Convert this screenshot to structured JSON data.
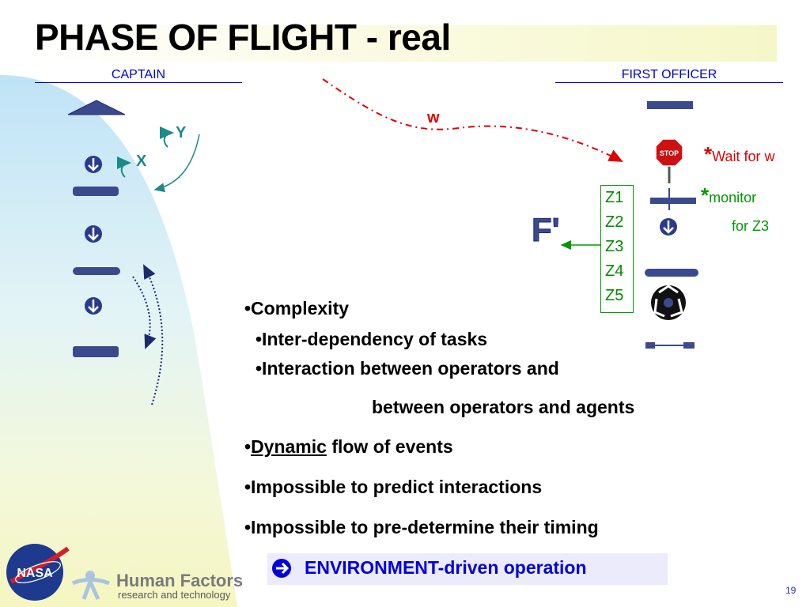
{
  "title": "PHASE OF FLIGHT - real",
  "captain_label": "CAPTAIN",
  "first_officer_label": "FIRST OFFICER",
  "captain_flow": {
    "step_y": "Y",
    "step_x": "X"
  },
  "w_label": "w",
  "notes": {
    "wait_star": "*",
    "wait_text": "Wait for w",
    "monitor_star": "*",
    "monitor_text": "monitor",
    "monitor_text2": "for Z3"
  },
  "f_prime_label": "F'",
  "z_items": [
    "Z1",
    "Z2",
    "Z3",
    "Z4",
    "Z5"
  ],
  "stop_sign_text": "STOP",
  "bullets": {
    "b1": "•Complexity",
    "b2": "•Inter-dependency of tasks",
    "b3": "•Interaction between operators and",
    "b3_cont": "between operators and agents",
    "b4_prefix": "•",
    "b4_emph": "Dynamic",
    "b4_rest": " flow of events",
    "b5": "•Impossible to predict interactions",
    "b6": "•Impossible to pre-determine their timing"
  },
  "environment_text": "ENVIRONMENT-driven operation",
  "footer": {
    "nasa_logo": "NASA",
    "brand_title": "Human Factors",
    "brand_subtitle": "research and technology",
    "page_number": "19"
  },
  "colors": {
    "accent_blue": "#0000cc",
    "red": "#e00000",
    "green": "#009900",
    "navy": "#1a2a6c"
  }
}
